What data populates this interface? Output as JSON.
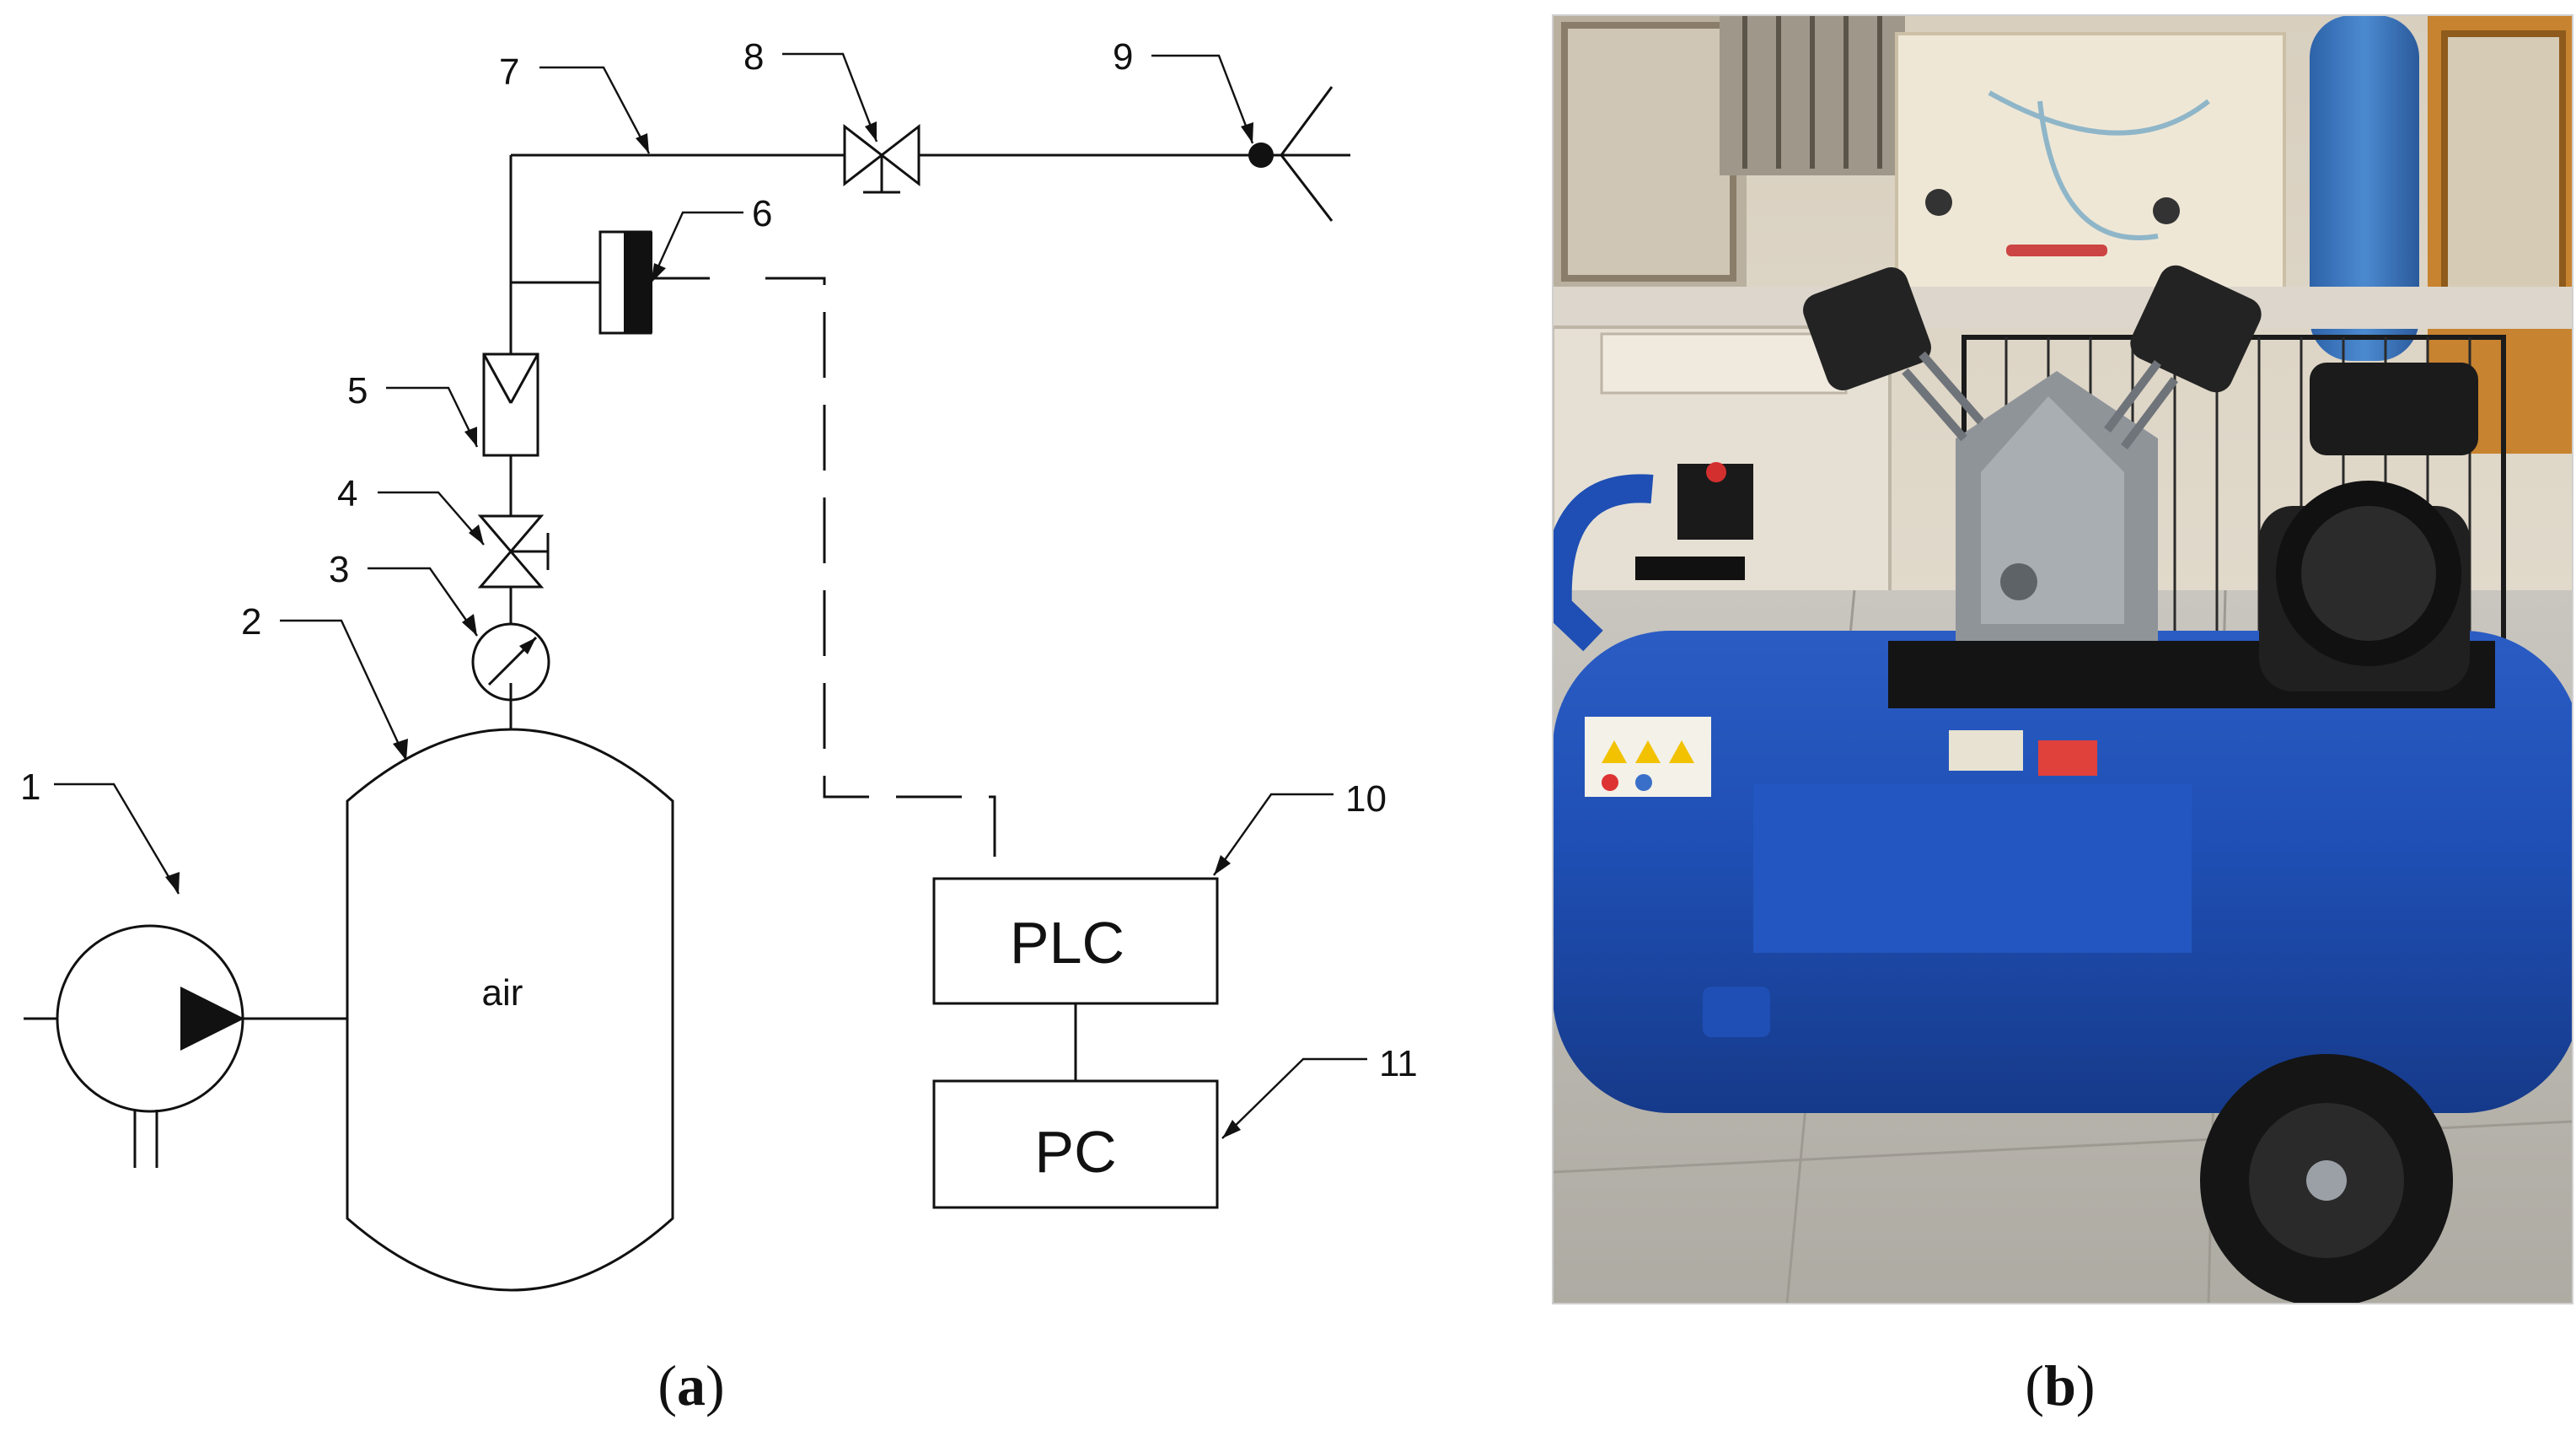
{
  "diagram": {
    "tank_label": "air",
    "plc_label": "PLC",
    "pc_label": "PC",
    "callouts": [
      "1",
      "2",
      "3",
      "4",
      "5",
      "6",
      "7",
      "8",
      "9",
      "10",
      "11"
    ]
  },
  "captions": {
    "a": {
      "open": "(",
      "letter": "a",
      "close": ")"
    },
    "b": {
      "open": "(",
      "letter": "b",
      "close": ")"
    }
  },
  "photo": {
    "icon": "air-compressor-photo",
    "colors": {
      "tank": "#1f4fb4",
      "floor": "#bdbbb4",
      "wall": "#e9e1cf",
      "cylinder": "#3d79c2"
    }
  }
}
